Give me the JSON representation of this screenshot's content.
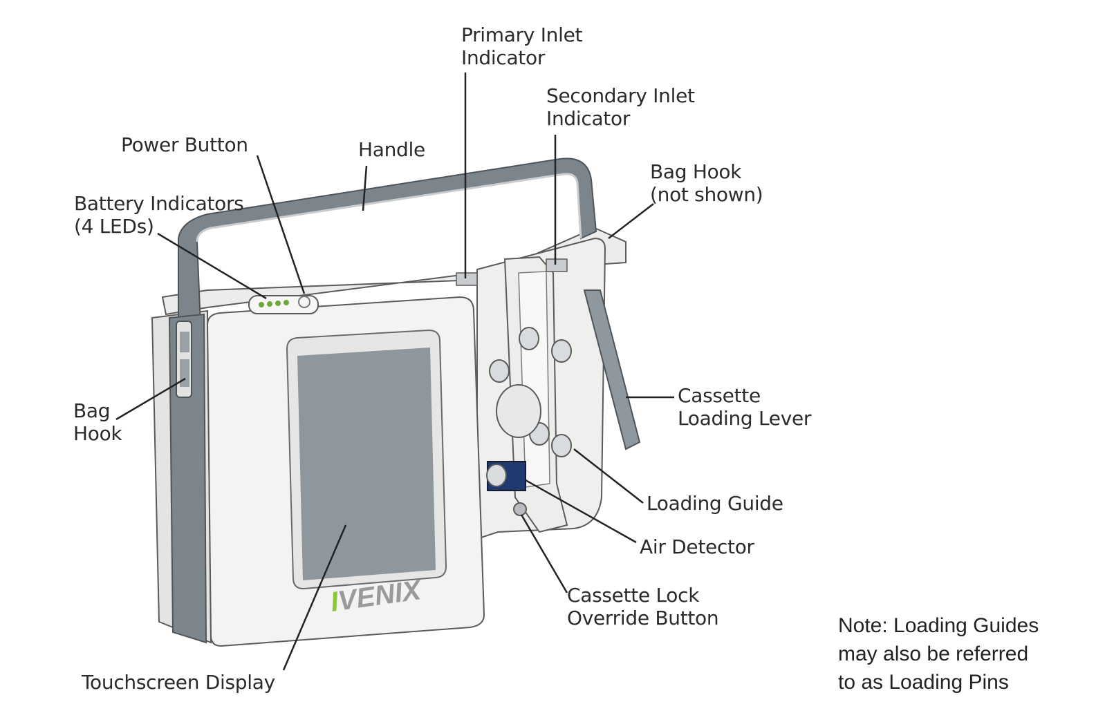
{
  "labels": {
    "primary_inlet": [
      "Primary Inlet",
      "Indicator"
    ],
    "secondary_inlet": [
      "Secondary Inlet",
      "Indicator"
    ],
    "power_button": [
      "Power Button"
    ],
    "handle": [
      "Handle"
    ],
    "bag_hook_right": [
      "Bag Hook",
      "(not shown)"
    ],
    "battery_indicators": [
      "Battery Indicators",
      "(4 LEDs)"
    ],
    "bag_hook_left": [
      "Bag",
      "Hook"
    ],
    "cassette_loading_lever": [
      "Cassette",
      "Loading Lever"
    ],
    "loading_guide": [
      "Loading Guide"
    ],
    "air_detector": [
      "Air Detector"
    ],
    "cassette_lock": [
      "Cassette Lock",
      "Override Button"
    ],
    "touchscreen": [
      "Touchscreen Display"
    ]
  },
  "note": [
    "Note: Loading Guides",
    "may also be referred",
    "to as Loading Pins"
  ],
  "brand": "IVENIX",
  "colors": {
    "body": "#eeeeec",
    "outline": "#5a5a5a",
    "handle": "#7d858c",
    "screen": "#8e979d",
    "brand_green": "#8cc63f",
    "detector_blue": "#1f3a6e"
  }
}
